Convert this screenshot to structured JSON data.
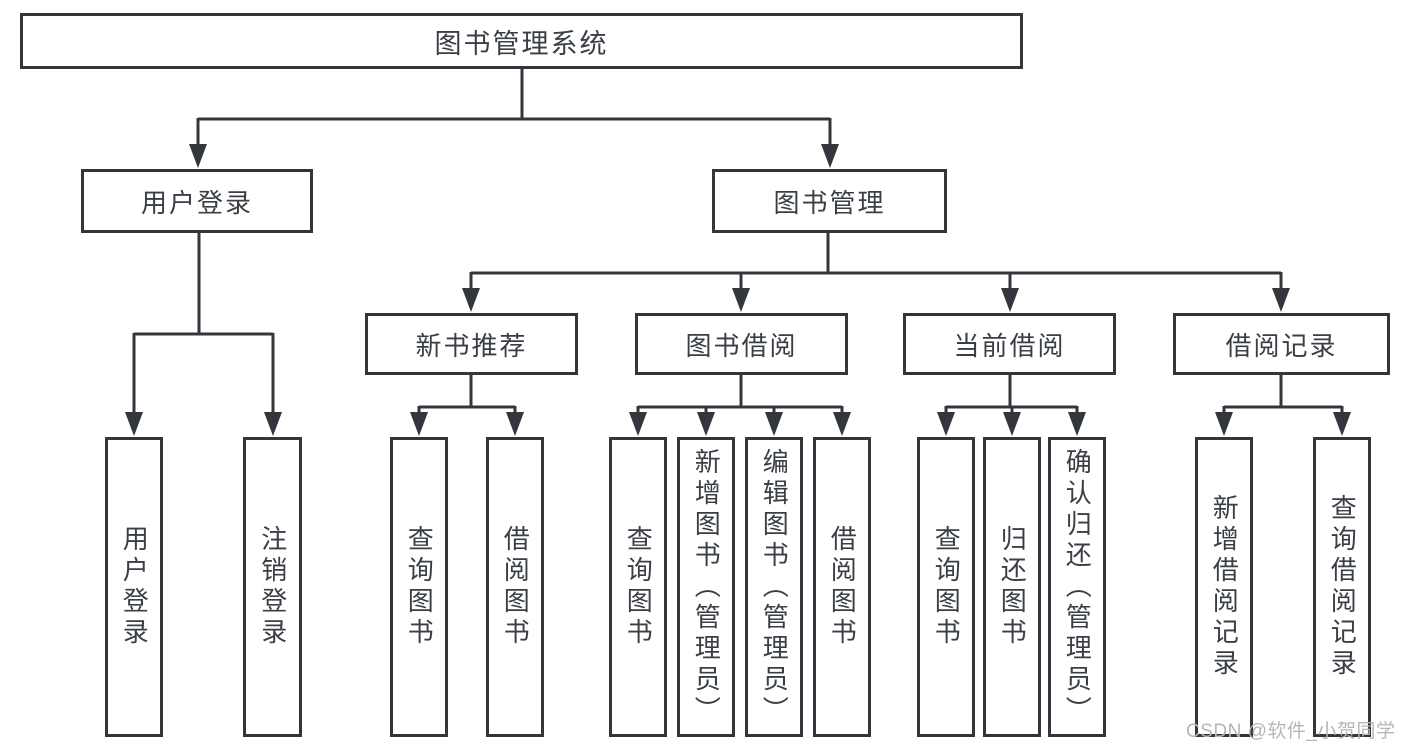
{
  "diagram_title": "图书管理系统",
  "tree": {
    "label": "图书管理系统",
    "children": [
      {
        "label": "用户登录",
        "children": [
          {
            "label": "用户登录"
          },
          {
            "label": "注销登录"
          }
        ]
      },
      {
        "label": "图书管理",
        "children": [
          {
            "label": "新书推荐",
            "children": [
              {
                "label": "查询图书"
              },
              {
                "label": "借阅图书"
              }
            ]
          },
          {
            "label": "图书借阅",
            "children": [
              {
                "label": "查询图书"
              },
              {
                "label": "新增图书（管理员）"
              },
              {
                "label": "编辑图书（管理员）"
              },
              {
                "label": "借阅图书"
              }
            ]
          },
          {
            "label": "当前借阅",
            "children": [
              {
                "label": "查询图书"
              },
              {
                "label": "归还图书"
              },
              {
                "label": "确认归还（管理员）"
              }
            ]
          },
          {
            "label": "借阅记录",
            "children": [
              {
                "label": "新增借阅记录"
              },
              {
                "label": "查询借阅记录"
              }
            ]
          }
        ]
      }
    ]
  },
  "watermark": {
    "text": "CSDN @软件_小贺同学"
  },
  "colors": {
    "background": "#ffffff",
    "box_border": "#33373c",
    "connector_line": "#33373c",
    "box_text": "#3a3e45",
    "watermark_text": "#b6b6b6"
  }
}
